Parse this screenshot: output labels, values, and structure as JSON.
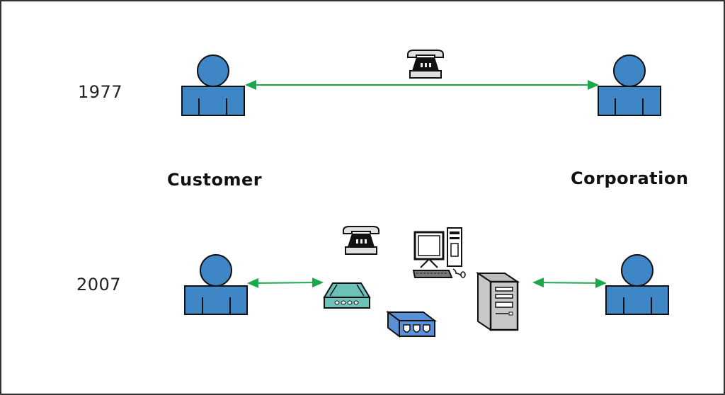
{
  "diagram": {
    "type": "evolution-of-customer-corporation-communication",
    "rows": [
      {
        "year": "1977",
        "left_actor": "customer",
        "right_actor": "corporation",
        "channels": [
          "telephone-icon"
        ],
        "connection": "bidirectional-arrow"
      },
      {
        "year": "2007",
        "left_actor": "customer",
        "right_actor": "corporation",
        "channels": [
          "telephone-icon",
          "modem-icon",
          "desktop-computer-icon",
          "network-hub-icon",
          "server-tower-icon"
        ],
        "connection": "bidirectional-arrows-via-devices"
      }
    ],
    "labels": {
      "year_1977": "1977",
      "year_2007": "2007",
      "customer": "Customer",
      "corporation": "Corporation"
    },
    "colors": {
      "person_fill": "#3f86c6",
      "arrow": "#1aa84a",
      "modem_fill": "#6cc2b8",
      "hub_fill": "#5b8fd6",
      "server_fill": "#c8c8c8",
      "phone_fill": "#e0e0e0"
    }
  }
}
